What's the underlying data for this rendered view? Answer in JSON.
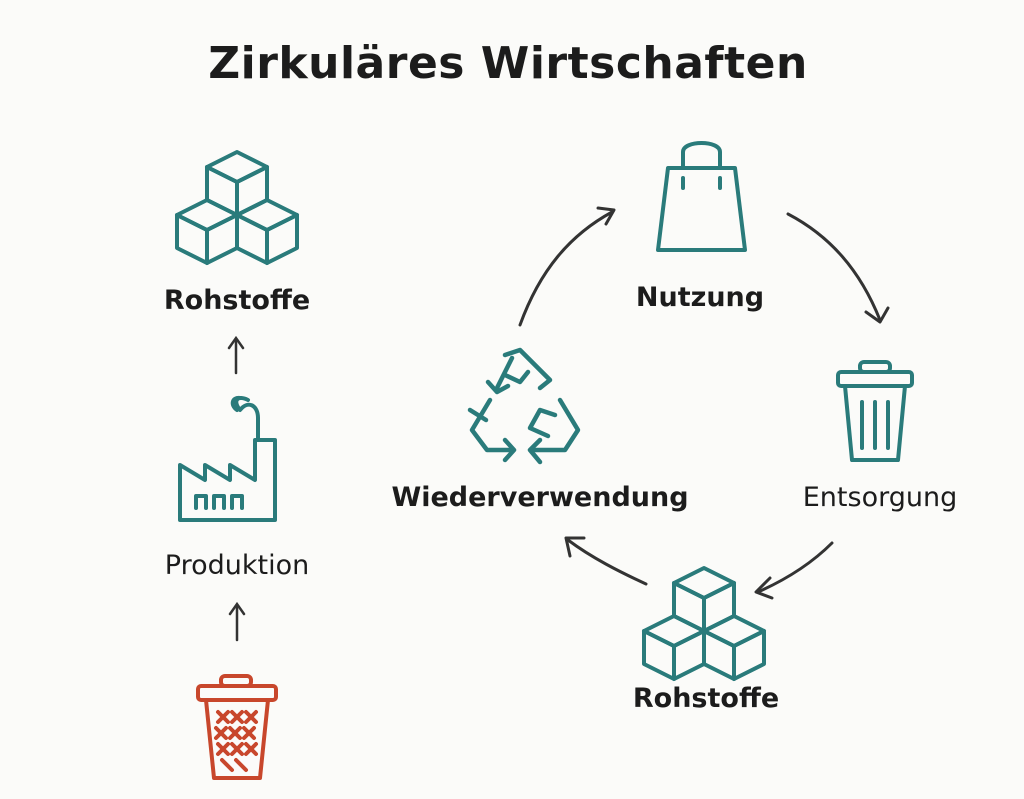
{
  "title": "Zirkuläres Wirtschaften",
  "linear": {
    "raw_label": "Rohstoffe",
    "production_label": "Produktion"
  },
  "cycle": {
    "usage_label": "Nutzung",
    "disposal_label": "Entsorgung",
    "raw_label": "Rohstoffe",
    "reuse_label": "Wiederverwendung"
  },
  "colors": {
    "teal": "#2a7b7b",
    "red": "#c8472c",
    "arrow": "#333333",
    "text": "#1c1c1c"
  },
  "icons": {
    "linear_top": "cubes-icon",
    "linear_middle": "factory-icon",
    "linear_bottom": "trash-bin-icon",
    "cycle_top": "shopping-bag-icon",
    "cycle_right": "trash-bin-icon",
    "cycle_bottom": "cubes-icon",
    "cycle_left": "recycle-icon"
  }
}
